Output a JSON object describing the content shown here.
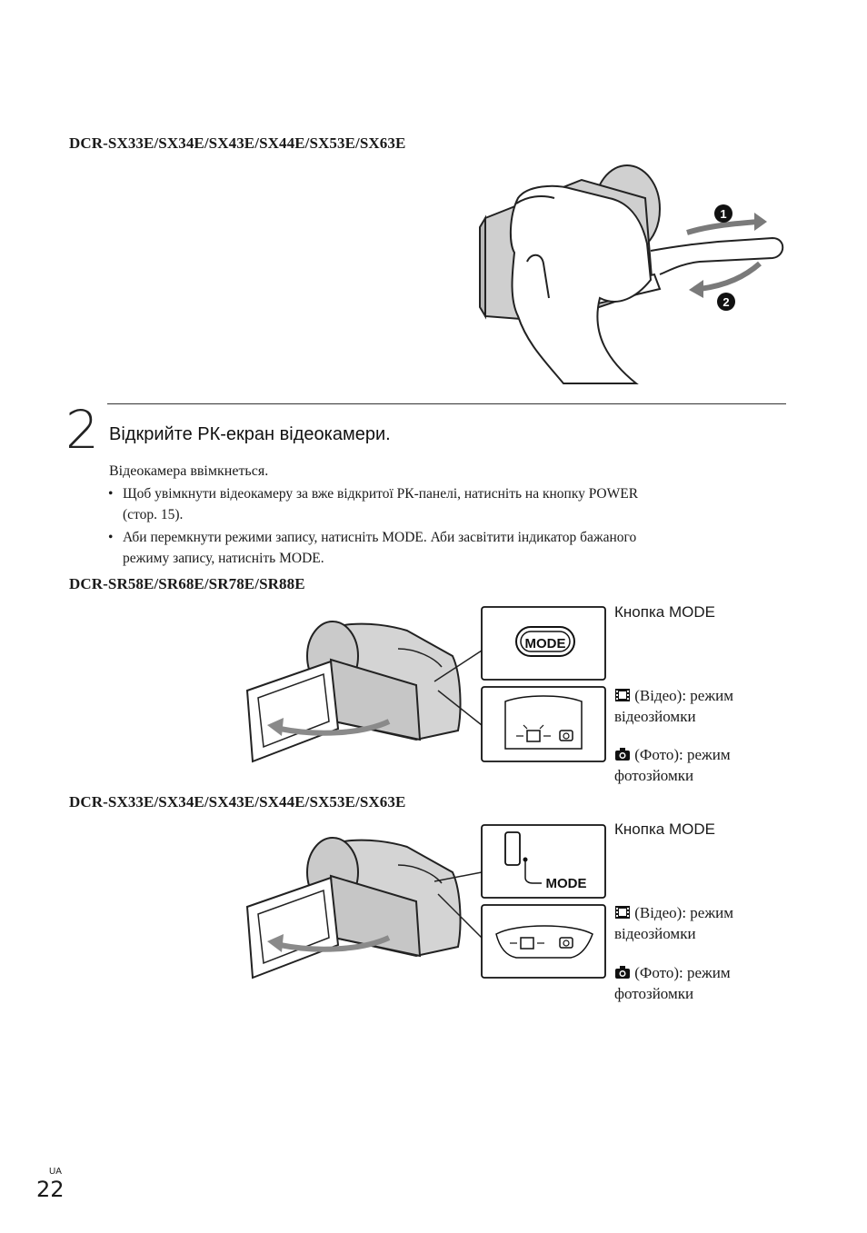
{
  "section1": {
    "model_heading": "DCR-SX33E/SX34E/SX43E/SX44E/SX53E/SX63E"
  },
  "figure1": {
    "callout_1": "1",
    "callout_2": "2"
  },
  "step2": {
    "number": "2",
    "title": "Відкрийте РК-екран відеокамери.",
    "intro": "Відеокамера ввімкнеться.",
    "bullets": [
      {
        "line1": "Щоб увімкнути відеокамеру за вже відкритої РК-панелі, натисніть на кнопку POWER",
        "line2": "(стор. 15)."
      },
      {
        "line1": "Аби перемкнути режими запису, натисніть MODE. Аби засвітити індикатор бажаного",
        "line2": "режиму запису, натисніть MODE."
      }
    ],
    "bullet_symbol": "•"
  },
  "figureA": {
    "model_heading": "DCR-SR58E/SR68E/SR78E/SR88E",
    "mode_button_caption": "Кнопка MODE",
    "button_label": "MODE",
    "video_caption_line1": "(Відео): режим",
    "video_caption_line2": "відеозйомки",
    "photo_caption_line1": "(Фото): режим",
    "photo_caption_line2": "фотозйомки"
  },
  "figureB": {
    "model_heading": "DCR-SX33E/SX34E/SX43E/SX44E/SX53E/SX63E",
    "mode_button_caption": "Кнопка MODE",
    "button_label": "MODE",
    "video_caption_line1": "(Відео): режим",
    "video_caption_line2": "відеозйомки",
    "photo_caption_line1": "(Фото): режим",
    "photo_caption_line2": "фотозйомки"
  },
  "footer": {
    "language_code": "UA",
    "page_number": "22"
  },
  "colors": {
    "camera_fill": "#d4d4d4",
    "camera_dark": "#bdbdbd",
    "arrow": "#7a7a7a",
    "rule": "#333333"
  }
}
